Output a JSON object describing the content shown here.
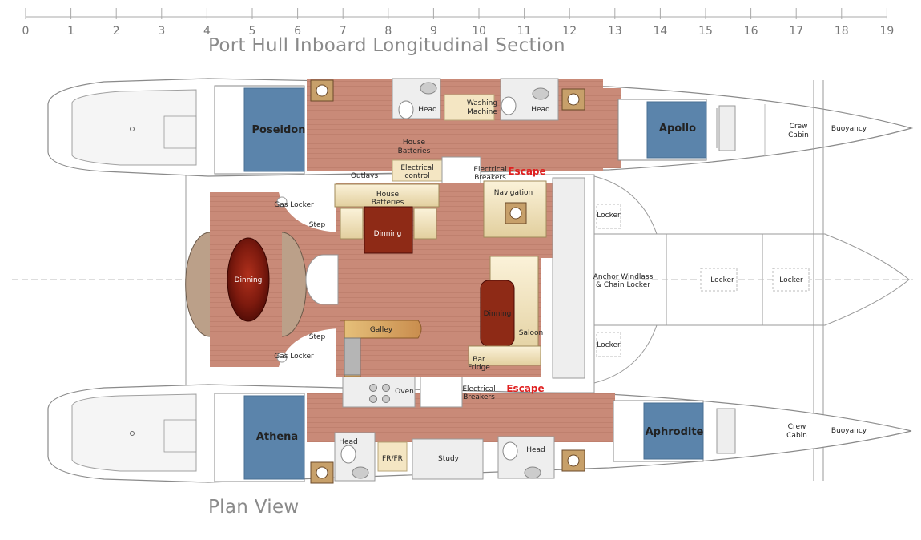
{
  "ruler": {
    "ticks": [
      "0",
      "1",
      "2",
      "3",
      "4",
      "5",
      "6",
      "7",
      "8",
      "9",
      "10",
      "11",
      "12",
      "13",
      "14",
      "15",
      "16",
      "17",
      "18",
      "19"
    ]
  },
  "titles": {
    "section": "Port Hull Inboard Longitudinal Section",
    "plan": "Plan View"
  },
  "cabins": {
    "poseidon": "Poseidon",
    "apollo": "Apollo",
    "athena": "Athena",
    "aphrodite": "Aphrodite"
  },
  "labels": {
    "head_port_1": "Head",
    "washing_1": "Washing",
    "washing_2": "Machine",
    "head_port_2": "Head",
    "house_batt_port_1": "House",
    "house_batt_port_2": "Batteries",
    "outlays": "Outlays",
    "elec_control_1": "Electrical",
    "elec_control_2": "control",
    "elec_breakers_top_1": "Electrical",
    "elec_breakers_top_2": "Breakers",
    "escape_top": "Escape",
    "crew_cabin_top_1": "Crew",
    "crew_cabin_top_2": "Cabin",
    "buoyancy_top": "Buoyancy",
    "gas_locker_top": "Gas Locker",
    "step_top": "Step",
    "house_batt_salon_1": "House",
    "house_batt_salon_2": "Batteries",
    "dinning_salon": "Dinning",
    "navigation": "Navigation",
    "locker_top": "Locker",
    "dinning_cockpit": "Dinning",
    "anchor_1": "Anchor Windlass",
    "anchor_2": "& Chain Locker",
    "locker_mid_1": "Locker",
    "locker_mid_2": "Locker",
    "dinning_saloon": "Dinning",
    "saloon": "Saloon",
    "galley": "Galley",
    "step_bottom": "Step",
    "gas_locker_bottom": "Gas Locker",
    "locker_bottom": "Locker",
    "bar_fridge_1": "Bar",
    "bar_fridge_2": "Fridge",
    "oven": "Oven",
    "elec_breakers_bottom_1": "Electrical",
    "elec_breakers_bottom_2": "Breakers",
    "escape_bottom": "Escape",
    "crew_cabin_bottom_1": "Crew",
    "crew_cabin_bottom_2": "Cabin",
    "buoyancy_bottom": "Buoyancy",
    "head_stbd_1": "Head",
    "frfr": "FR/FR",
    "study": "Study",
    "head_stbd_2": "Head"
  },
  "colors": {
    "floor": "#c98a78",
    "bed": "#5b84ab",
    "table": "#7a1a10",
    "escape": "#e02020",
    "outline": "#8a8a8a",
    "cream": "#f4e6c3"
  }
}
